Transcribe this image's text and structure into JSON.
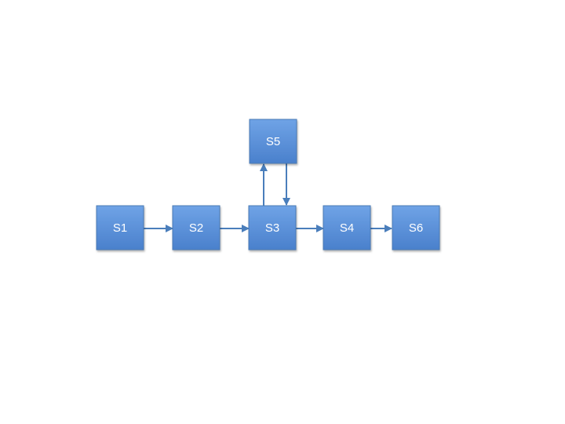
{
  "diagram": {
    "nodes": [
      {
        "id": "s1",
        "label": "S1"
      },
      {
        "id": "s2",
        "label": "S2"
      },
      {
        "id": "s3",
        "label": "S3"
      },
      {
        "id": "s4",
        "label": "S4"
      },
      {
        "id": "s5",
        "label": "S5"
      },
      {
        "id": "s6",
        "label": "S6"
      }
    ],
    "edges": [
      {
        "from": "s1",
        "to": "s2"
      },
      {
        "from": "s2",
        "to": "s3"
      },
      {
        "from": "s3",
        "to": "s4"
      },
      {
        "from": "s4",
        "to": "s6"
      },
      {
        "from": "s3",
        "to": "s5"
      },
      {
        "from": "s5",
        "to": "s3"
      }
    ],
    "colors": {
      "node_fill_top": "#6fa3e6",
      "node_fill_bottom": "#4a80cc",
      "edge": "#4a7ebb",
      "label": "#ffffff"
    }
  }
}
